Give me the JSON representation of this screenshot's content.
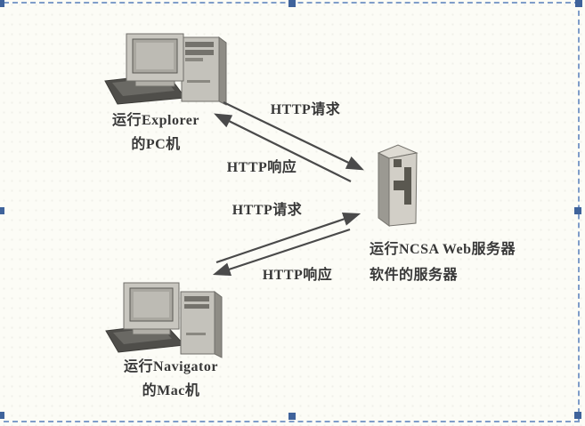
{
  "diagram": {
    "title_hint": "HTTP client-server interaction diagram (scanned textbook figure)",
    "nodes": {
      "pc_client": {
        "icon": "desktop-computer-icon",
        "label_line1": "运行Explorer",
        "label_line2": "的PC机"
      },
      "mac_client": {
        "icon": "desktop-computer-icon",
        "label_line1": "运行Navigator",
        "label_line2": "的Mac机"
      },
      "server": {
        "icon": "server-tower-icon",
        "label_line1": "运行NCSA Web服务器",
        "label_line2": "软件的服务器"
      }
    },
    "edges": [
      {
        "label": "HTTP请求",
        "from": "pc_client",
        "to": "server"
      },
      {
        "label": "HTTP响应",
        "from": "server",
        "to": "pc_client"
      },
      {
        "label": "HTTP请求",
        "from": "mac_client",
        "to": "server"
      },
      {
        "label": "HTTP响应",
        "from": "server",
        "to": "mac_client"
      }
    ],
    "colors": {
      "background": "#fcfcf6",
      "arrow_gray": "#4a4a4a",
      "text_gray": "#383838",
      "selection_handle_blue": "#3f639b",
      "selection_dash_blue": "#7f9dc9"
    },
    "selection": {
      "handles": [
        "top-left",
        "top-middle",
        "top-right",
        "middle-left",
        "middle-right",
        "bottom-left",
        "bottom-middle",
        "bottom-right"
      ]
    }
  }
}
